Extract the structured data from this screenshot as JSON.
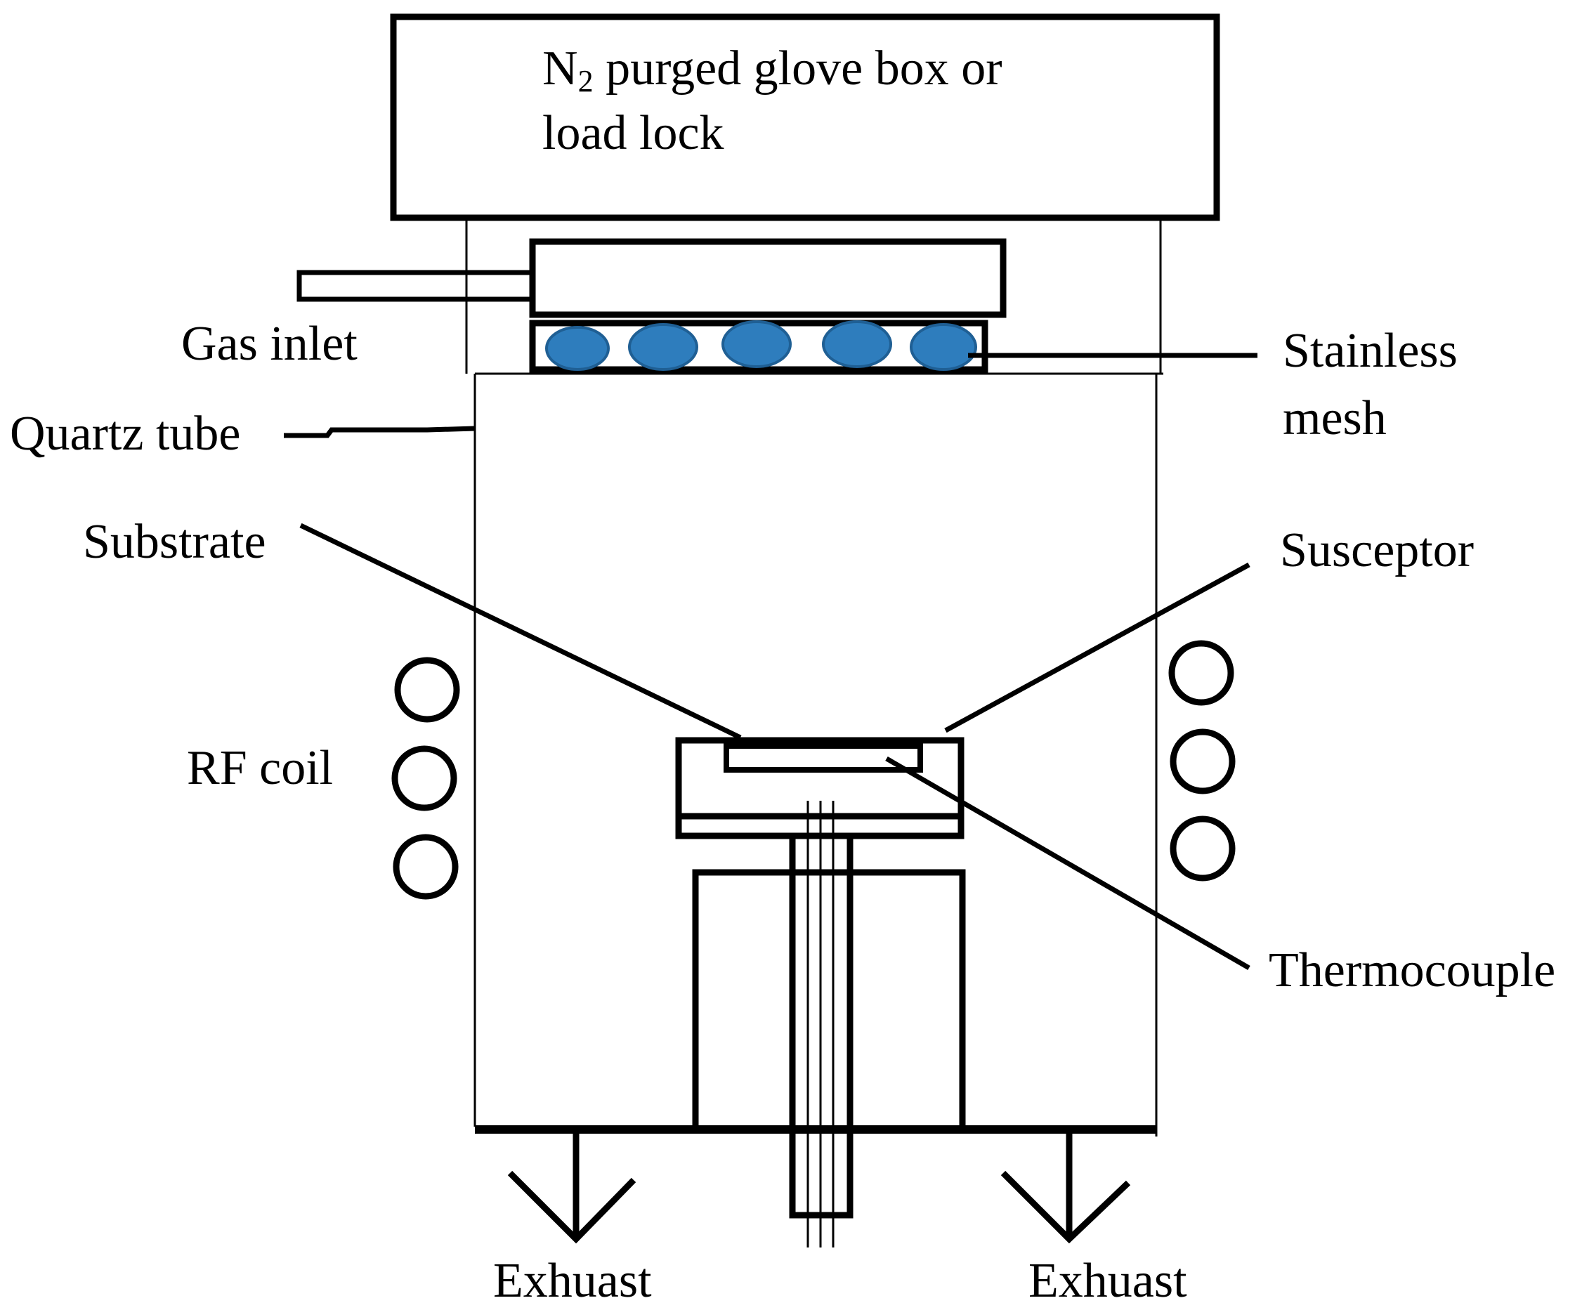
{
  "labels": {
    "glove_box_line1_prefix": "N",
    "glove_box_subscript": "2",
    "glove_box_line1_rest": " purged glove box or",
    "glove_box_line2": "load lock",
    "gas_inlet": "Gas inlet",
    "quartz_tube": "Quartz tube",
    "stainless_line1": "Stainless",
    "stainless_line2": "mesh",
    "substrate": "Substrate",
    "susceptor": "Susceptor",
    "rf_coil": "RF coil",
    "thermocouple": "Thermocouple",
    "exhaust_left": "Exhuast",
    "exhaust_right": "Exhuast"
  },
  "colors": {
    "mesh_dot": "#2e7dbd",
    "mesh_dot_edge": "#1f5f94",
    "line": "#000000"
  }
}
